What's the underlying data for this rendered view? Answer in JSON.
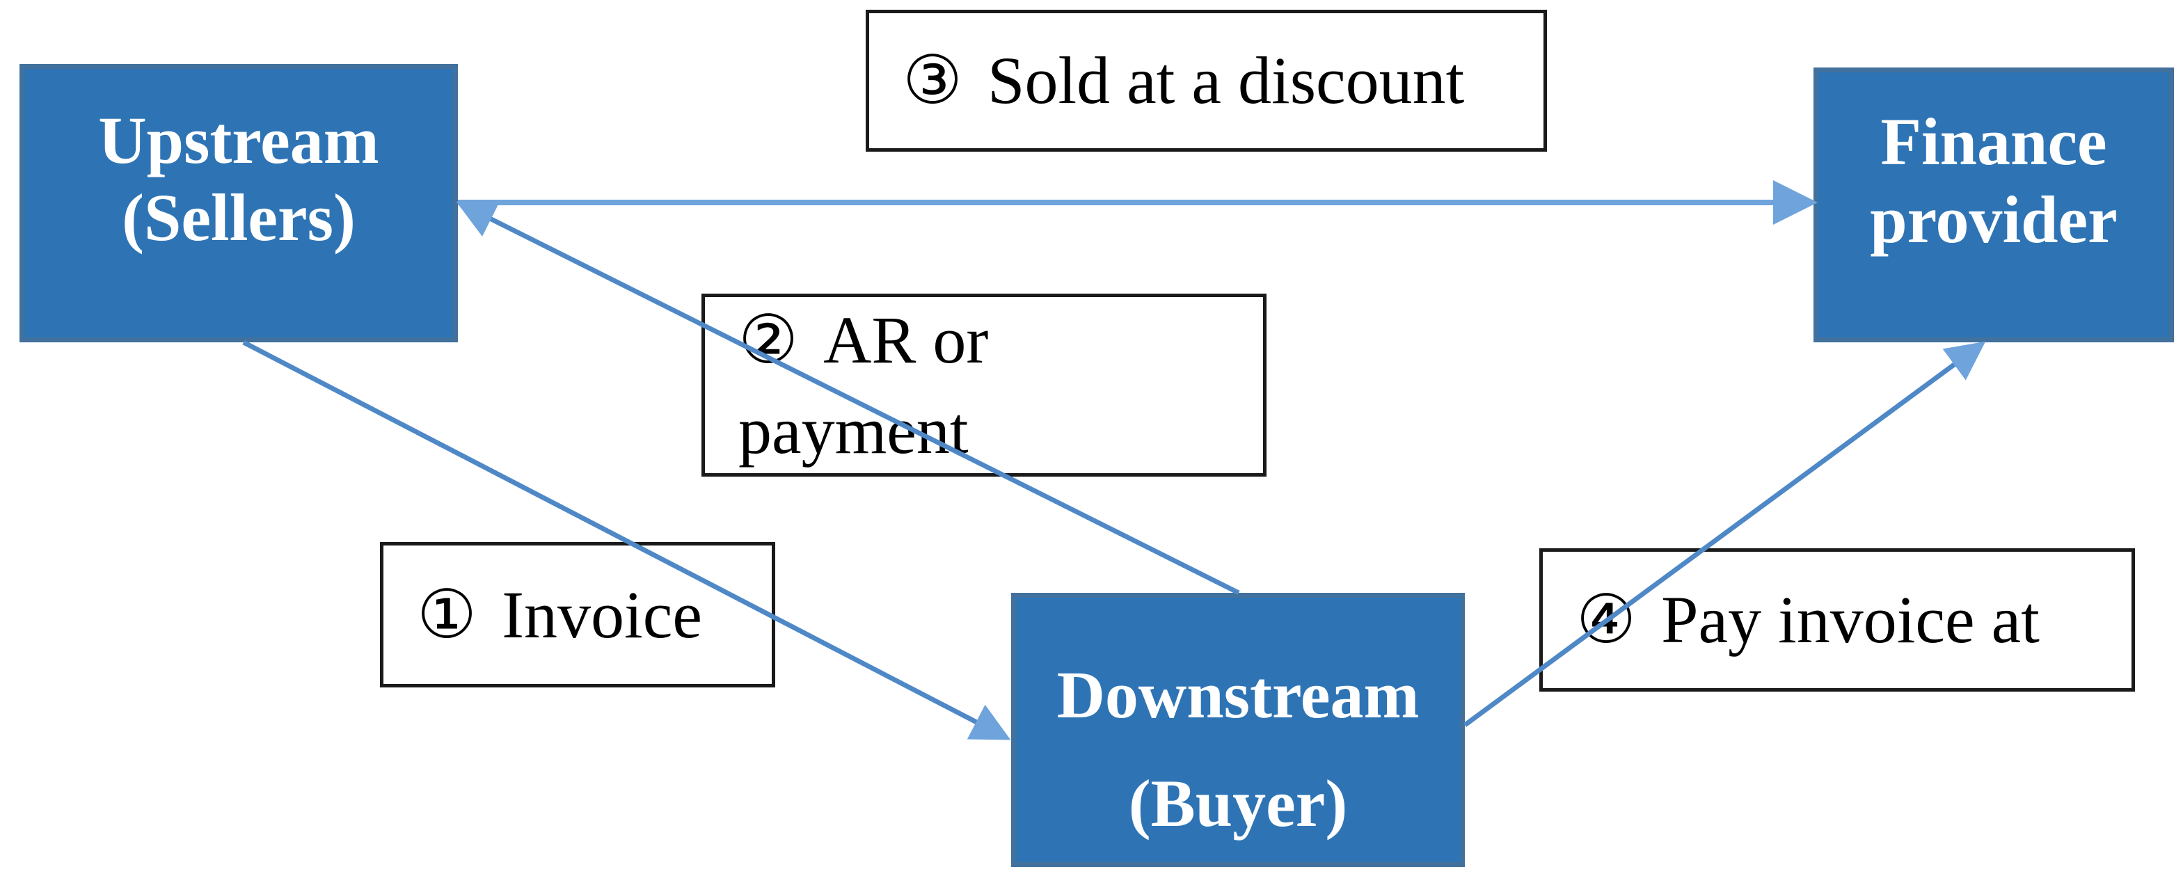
{
  "diagram": {
    "title_hint": "Supply chain finance / factoring flow diagram",
    "nodes": {
      "upstream": {
        "line1": "Upstream",
        "line2": "(Sellers)"
      },
      "finance": {
        "line1": "Finance",
        "line2": "provider"
      },
      "downstream": {
        "line1": "Downstream",
        "line2": "(Buyer)"
      }
    },
    "labels": {
      "invoice": {
        "num": "①",
        "line1": "Invoice",
        "line2": ""
      },
      "ar": {
        "num": "②",
        "line1": "AR or",
        "line2": "payment"
      },
      "discount": {
        "num": "③",
        "line1": "Sold at a discount",
        "line2": ""
      },
      "pay": {
        "num": "④",
        "line1": "Pay invoice at",
        "line2": ""
      }
    },
    "arrows": [
      {
        "id": "invoice",
        "from": "upstream",
        "to": "downstream",
        "label": "① Invoice"
      },
      {
        "id": "ar",
        "from": "downstream",
        "to": "upstream",
        "label": "② AR or payment"
      },
      {
        "id": "discount",
        "from": "upstream",
        "to": "finance",
        "label": "③ Sold at a discount"
      },
      {
        "id": "pay",
        "from": "downstream",
        "to": "finance",
        "label": "④ Pay invoice at"
      }
    ],
    "colors": {
      "node_fill": "#2E74B5",
      "node_border": "#41719C",
      "arrow_light": "#6FA3DC",
      "arrow_dark": "#4F88C7",
      "label_bg": "#FFFFFF",
      "label_border": "#1A1A1A",
      "node_text": "#FFFFFF",
      "label_text": "#000000",
      "background": "#FFFFFF"
    }
  }
}
